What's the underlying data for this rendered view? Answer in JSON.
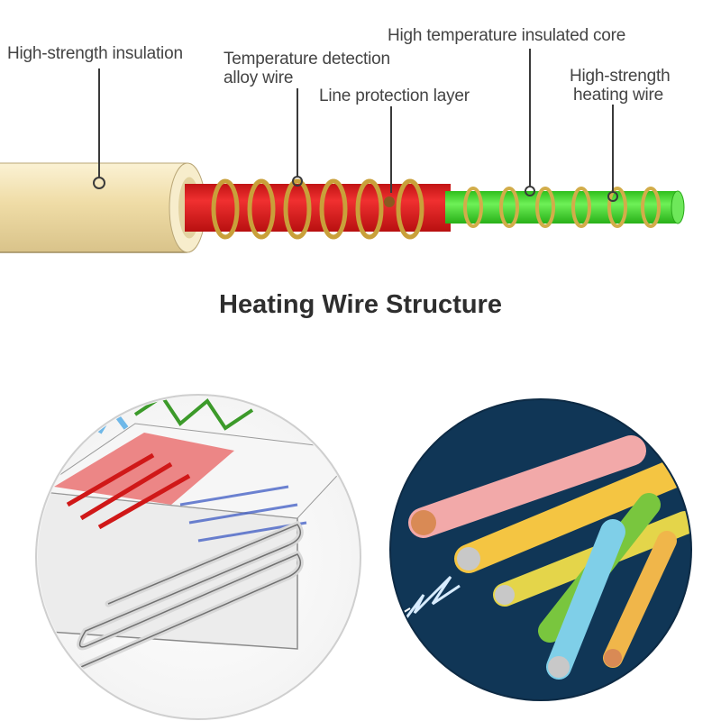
{
  "labels": {
    "insulation": "High-strength insulation",
    "temp_detect_line1": "Temperature detection",
    "temp_detect_line2": "alloy wire",
    "line_protection": "Line protection layer",
    "core": "High temperature insulated core",
    "heating_line1": "High-strength",
    "heating_line2": "heating wire"
  },
  "title": "Heating Wire Structure",
  "colors": {
    "outer_sheath": "#f1e2b0",
    "protection_layer": "#e81f1f",
    "core": "#42dd2c",
    "coil": "#d8b64a",
    "text": "#444444"
  },
  "illustrations": {
    "left": "underfloor-heating-cable-cutaway",
    "right": "stripped-electrical-wires-with-spark"
  }
}
